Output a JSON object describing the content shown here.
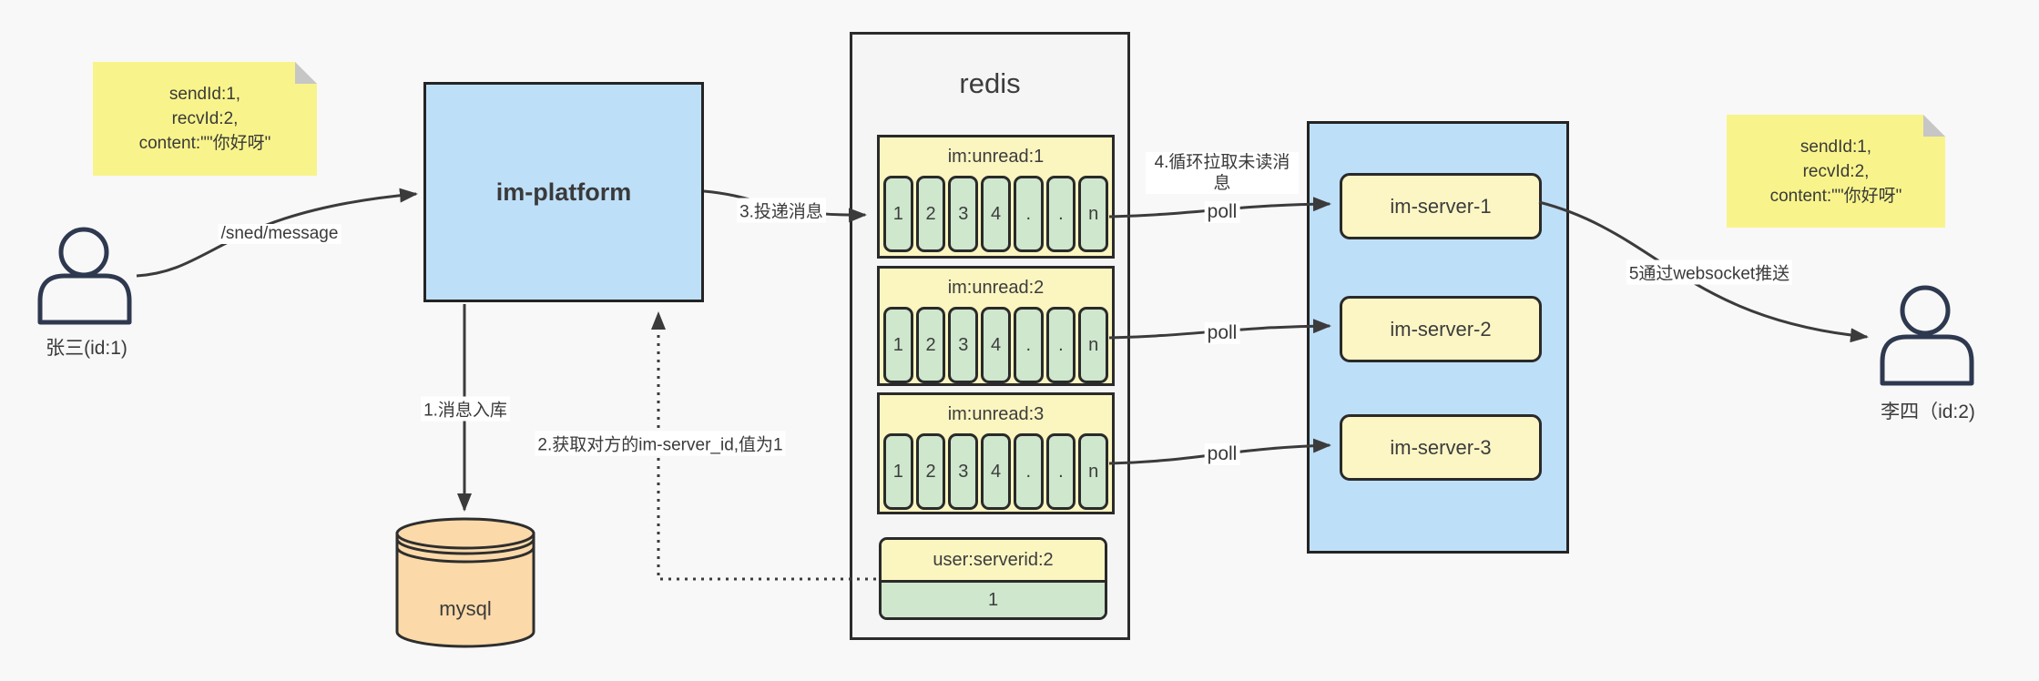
{
  "diagram_title": "im message push flow",
  "colors": {
    "background": "#f8f8f8",
    "note_yellow": "#f8f48b",
    "note_fold_gray": "#c6c6c6",
    "pale_yellow": "#fbf5c0",
    "cell_green": "#cee7cd",
    "node_blue": "#bedff8",
    "mysql_tan": "#fbd9a9",
    "redis_gray": "#f5f5f5",
    "border_dark": "#2a2a2a",
    "arrow_dark": "#3b3b3b",
    "person_navy": "#2e3950"
  },
  "actors": {
    "sender": {
      "label": "张三(id:1)"
    },
    "receiver": {
      "label": "李四（id:2)"
    }
  },
  "notes": {
    "left": {
      "lines": [
        "sendId:1,",
        "recvId:2,",
        "content:\"\"你好呀\""
      ]
    },
    "right": {
      "lines": [
        "sendId:1,",
        "recvId:2,",
        "content:\"\"你好呀\""
      ]
    }
  },
  "platform": {
    "label": "im-platform"
  },
  "database": {
    "label": "mysql"
  },
  "redis": {
    "title": "redis",
    "queues": [
      {
        "header": "im:unread:1",
        "cells": [
          "1",
          "2",
          "3",
          "4",
          ".",
          ".",
          "n"
        ]
      },
      {
        "header": "im:unread:2",
        "cells": [
          "1",
          "2",
          "3",
          "4",
          ".",
          ".",
          "n"
        ]
      },
      {
        "header": "im:unread:3",
        "cells": [
          "1",
          "2",
          "3",
          "4",
          ".",
          ".",
          "n"
        ]
      }
    ],
    "mapping": {
      "header": "user:serverid:2",
      "value": "1"
    }
  },
  "server_cluster": {
    "items": [
      {
        "label": "im-server-1"
      },
      {
        "label": "im-server-2"
      },
      {
        "label": "im-server-3"
      }
    ]
  },
  "edges": {
    "send": {
      "label": "/sned/message"
    },
    "step1": {
      "label": "1.消息入库"
    },
    "step2": {
      "label": "2.获取对方的im-server_id,值为1"
    },
    "step3": {
      "label": "3.投递消息"
    },
    "step4": {
      "label": "4.循环拉取未读消息"
    },
    "poll1": {
      "label": "poll"
    },
    "poll2": {
      "label": "poll"
    },
    "poll3": {
      "label": "poll"
    },
    "step5": {
      "label": "5通过websocket推送"
    }
  }
}
